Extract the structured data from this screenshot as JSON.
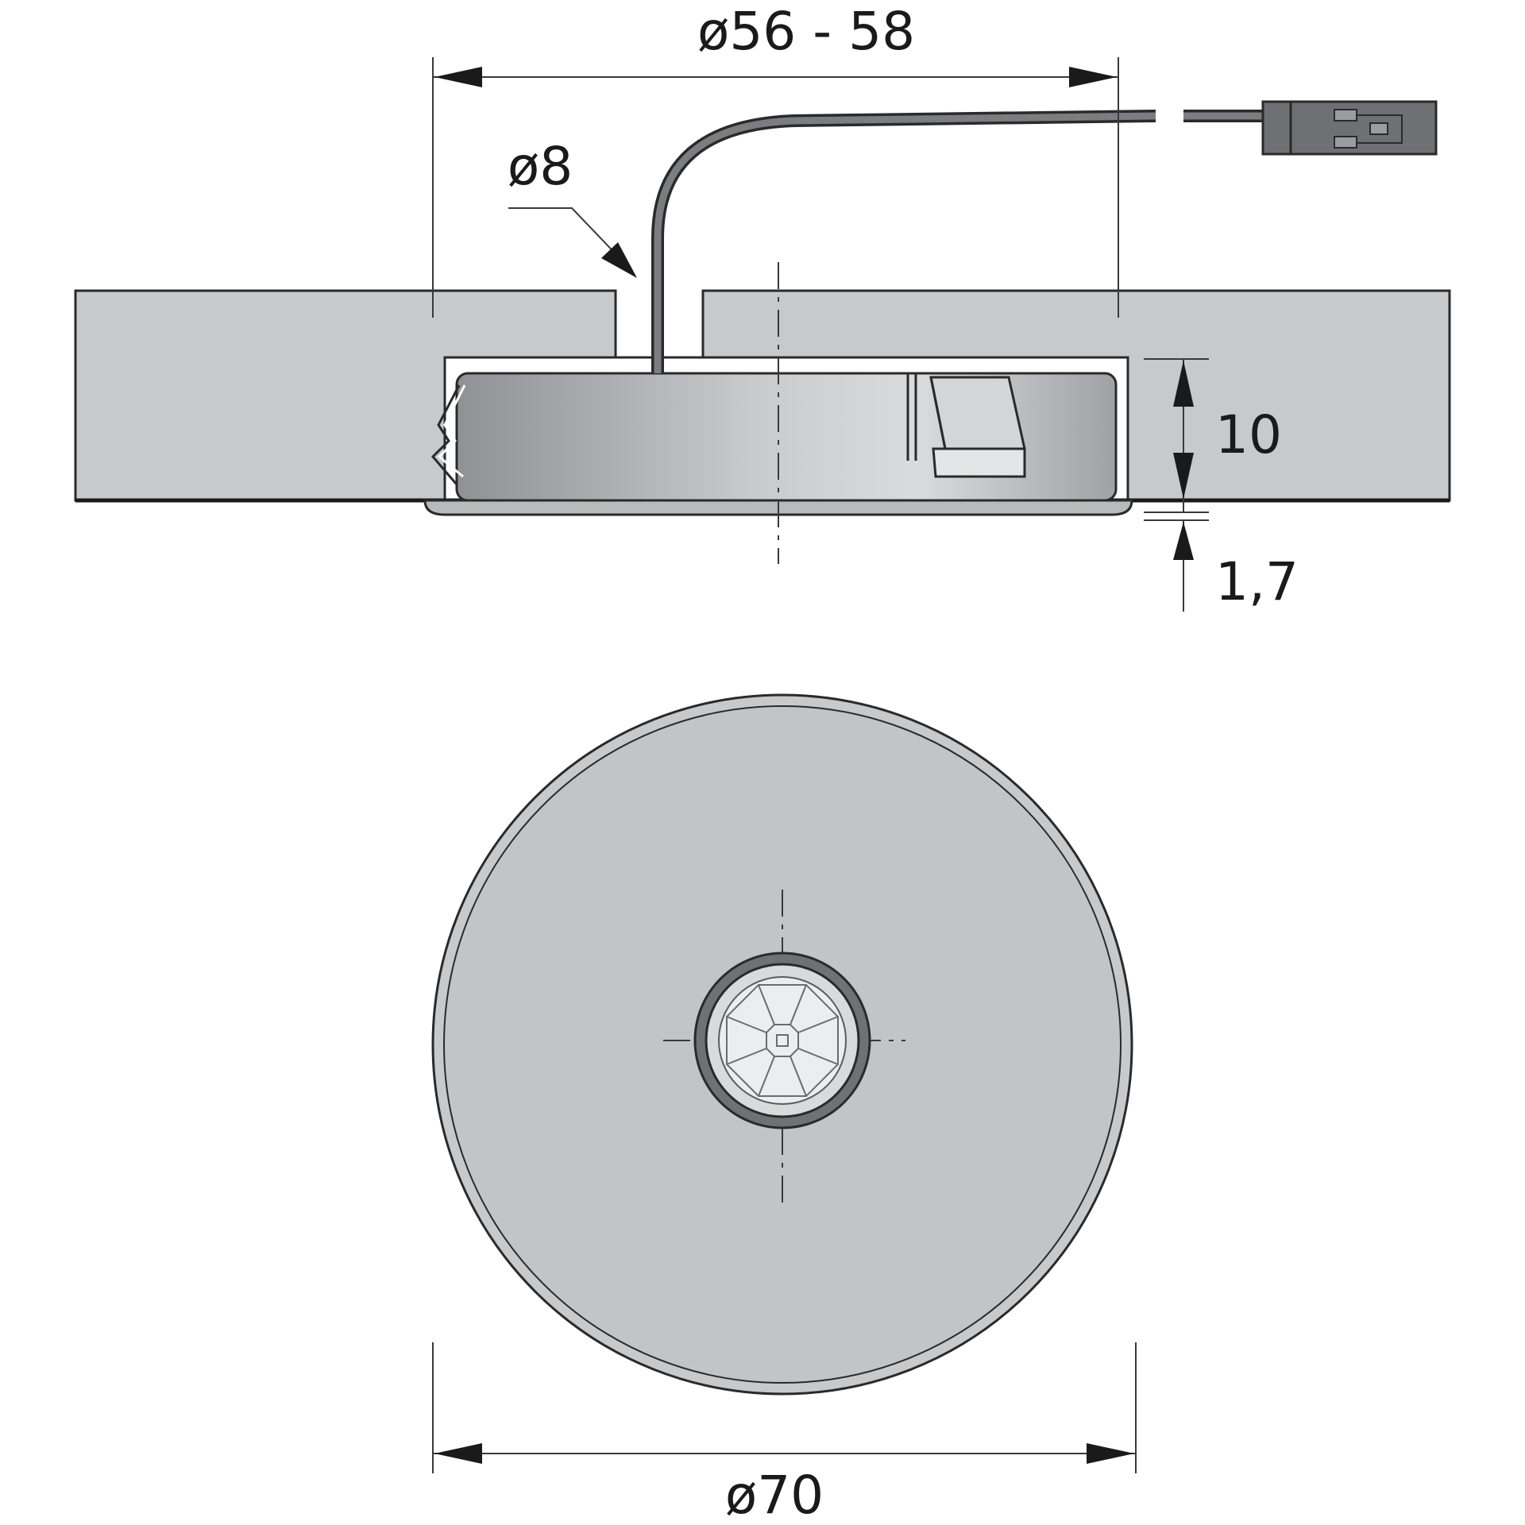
{
  "dimensions": {
    "cutout_diameter": "ø56 - 58",
    "cable_hole_diameter": "ø8",
    "housing_height": "10",
    "flange_thickness": "1,7",
    "flange_diameter": "ø70"
  },
  "colors": {
    "panel": "#c8c9cb",
    "housing": "#b3b5b8",
    "line": "#2a2a2a",
    "background": "#ffffff"
  }
}
